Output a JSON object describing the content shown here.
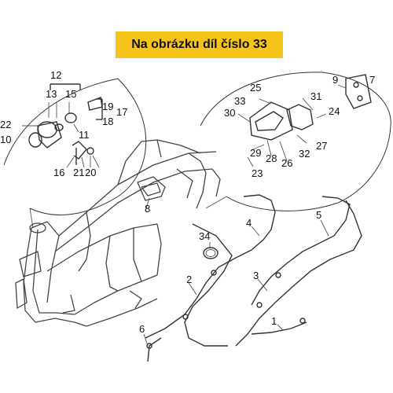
{
  "banner": {
    "text": "Na obrázku díl číslo 33"
  },
  "callouts": {
    "c1": "1",
    "c2": "2",
    "c3": "3",
    "c4": "4",
    "c5": "5",
    "c6": "6",
    "c7": "7",
    "c8": "8",
    "c9": "9",
    "c10": "10",
    "c11": "11",
    "c12": "12",
    "c13": "13",
    "c15": "15",
    "c16": "16",
    "c17": "17",
    "c18": "18",
    "c19": "19",
    "c20": "20",
    "c21": "21",
    "c22": "22",
    "c23": "23",
    "c24": "24",
    "c25": "25",
    "c26": "26",
    "c27": "27",
    "c28": "28",
    "c29": "29",
    "c30": "30",
    "c31": "31",
    "c32": "32",
    "c33": "33",
    "c34": "34"
  },
  "colors": {
    "banner": "#f6c31a",
    "ink": "#333333"
  }
}
